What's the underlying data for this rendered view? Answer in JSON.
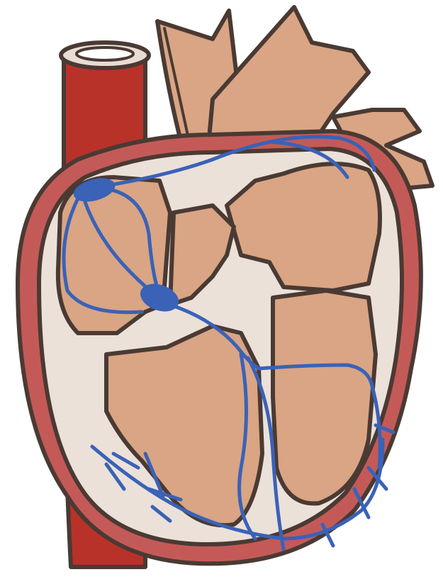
{
  "diagram": {
    "labels": [],
    "colors": {
      "outline": "#4a3a33",
      "aorta_red": "#b8322a",
      "wall_red": "#c45a57",
      "lining": "#ebe1d9",
      "muscle": "#d9a584",
      "conduction_blue": "#3a62b7"
    },
    "structures": [
      "superior-vena-cava",
      "aorta",
      "pulmonary-artery",
      "pulmonary-veins",
      "right-atrium",
      "left-atrium",
      "right-ventricle",
      "left-ventricle",
      "interventricular-septum",
      "sinoatrial-node",
      "atrioventricular-node",
      "bundle-of-his",
      "purkinje-fibers"
    ]
  }
}
